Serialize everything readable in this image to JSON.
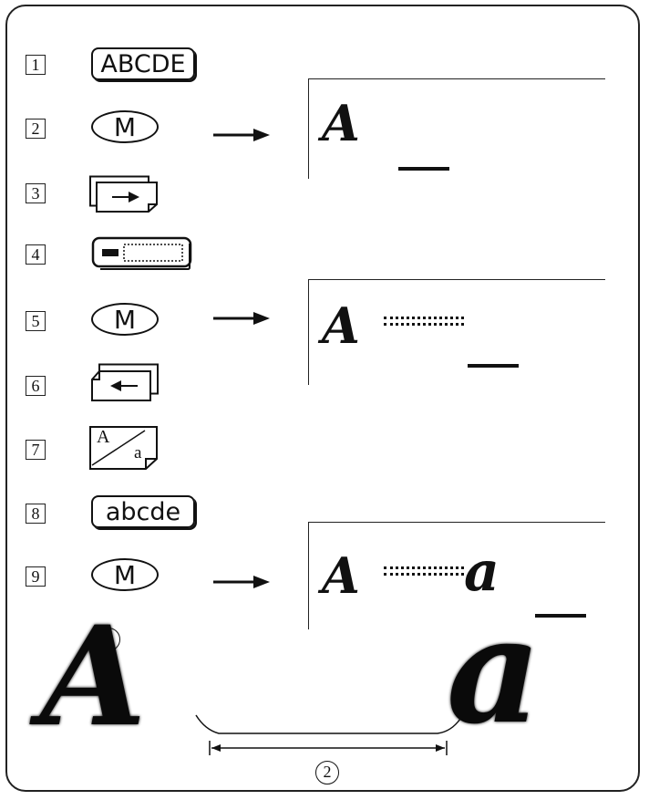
{
  "steps": [
    {
      "num": "1",
      "key_label": "ABCDE"
    },
    {
      "num": "2",
      "key_label": "M"
    },
    {
      "num": "3"
    },
    {
      "num": "4"
    },
    {
      "num": "5",
      "key_label": "M"
    },
    {
      "num": "6"
    },
    {
      "num": "7",
      "key_upper": "A",
      "key_lower": "a"
    },
    {
      "num": "8",
      "key_label": "abcde"
    },
    {
      "num": "9",
      "key_label": "M"
    }
  ],
  "displays": [
    {
      "glyphs": "A"
    },
    {
      "glyphs": "A"
    },
    {
      "glyphs": "A",
      "second": "a"
    }
  ],
  "sample": {
    "letter1": "A",
    "letter2": "a",
    "callout1": "1",
    "callout2": "2"
  },
  "icons": {
    "step3": "next-page-icon",
    "step4": "space-key-icon",
    "step6": "previous-page-icon",
    "step7": "case-toggle-icon"
  }
}
